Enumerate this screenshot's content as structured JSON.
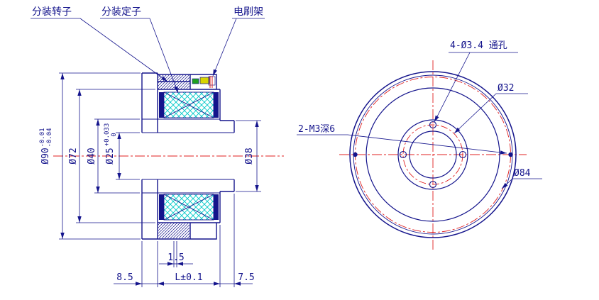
{
  "drawing": {
    "callouts": {
      "rotor": "分装转子",
      "stator": "分装定子",
      "brush": "电刷架"
    },
    "dims": {
      "d90": {
        "label": "Ø90",
        "tol_upper": "-0.01",
        "tol_lower": "-0.04"
      },
      "d72": {
        "label": "Ø72"
      },
      "d40": {
        "label": "Ø40"
      },
      "d25": {
        "label": "Ø25",
        "tol_upper": "+0.033",
        "tol_lower": "0"
      },
      "d38": {
        "label": "Ø38"
      },
      "len15": {
        "label": "1.5"
      },
      "len85": {
        "label": "8.5"
      },
      "lenL": {
        "label": "L±0.1"
      },
      "len75": {
        "label": "7.5"
      }
    },
    "front": {
      "holes": "4-Ø3.4 通孔",
      "d32": "Ø32",
      "m3": "2-M3深6",
      "d84": "Ø84"
    },
    "colors": {
      "line": "#14148C",
      "centerline": "#E02020",
      "hatch": "#00C8C8",
      "brush_yellow": "#D8D400",
      "brush_green": "#20A020"
    }
  }
}
